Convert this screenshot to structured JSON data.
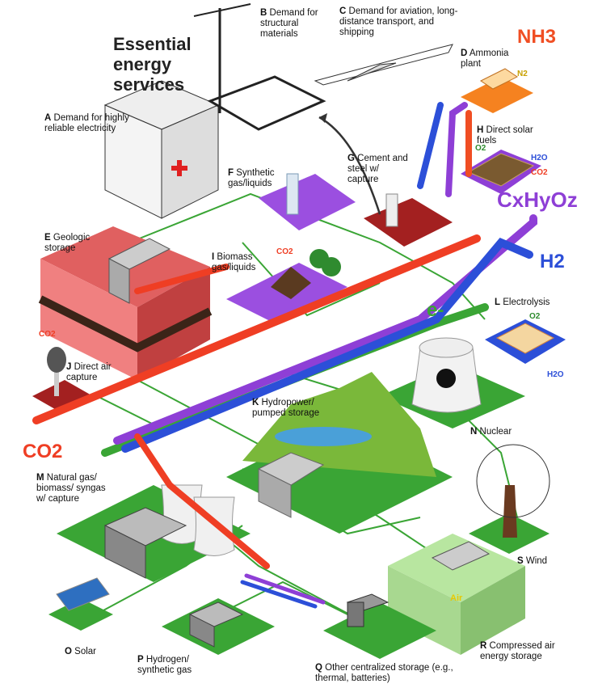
{
  "title": "Essential energy services",
  "carriers": {
    "nh3": {
      "label": "NH3",
      "color": "#f04e23"
    },
    "cxhyoz": {
      "label": "CxHyOz",
      "color": "#8e3fd6"
    },
    "h2": {
      "label": "H2",
      "color": "#2c4fd8"
    },
    "electricity": {
      "label": "e-",
      "color": "#3aa535"
    },
    "co2": {
      "label": "CO2",
      "color": "#ef3e24"
    }
  },
  "nodes": {
    "A": {
      "letter": "A",
      "label": "Demand for highly reliable electricity"
    },
    "B": {
      "letter": "B",
      "label": "Demand for structural materials"
    },
    "C": {
      "letter": "C",
      "label": "Demand for aviation, long-distance transport, and shipping"
    },
    "D": {
      "letter": "D",
      "label": "Ammonia plant",
      "tag": "N2"
    },
    "E": {
      "letter": "E",
      "label": "Geologic storage"
    },
    "F": {
      "letter": "F",
      "label": "Synthetic gas/liquids"
    },
    "G": {
      "letter": "G",
      "label": "Cement and steel w/ capture"
    },
    "H": {
      "letter": "H",
      "label": "Direct solar fuels",
      "tags": [
        "O2",
        "H2O",
        "CO2"
      ]
    },
    "I": {
      "letter": "I",
      "label": "Biomass gas/liquids",
      "tag": "CO2"
    },
    "J": {
      "letter": "J",
      "label": "Direct air capture",
      "tag": "CO2"
    },
    "K": {
      "letter": "K",
      "label": "Hydropower/ pumped storage"
    },
    "L": {
      "letter": "L",
      "label": "Electrolysis",
      "tags": [
        "O2",
        "H2O"
      ]
    },
    "M": {
      "letter": "M",
      "label": "Natural gas/ biomass/ syngas w/ capture"
    },
    "N": {
      "letter": "N",
      "label": "Nuclear"
    },
    "O": {
      "letter": "O",
      "label": "Solar"
    },
    "P": {
      "letter": "P",
      "label": "Hydrogen/ synthetic gas"
    },
    "Q": {
      "letter": "Q",
      "label": "Other centralized storage (e.g., thermal, batteries)"
    },
    "R": {
      "letter": "R",
      "label": "Compressed air energy storage",
      "tag": "Air"
    },
    "S": {
      "letter": "S",
      "label": "Wind"
    }
  }
}
